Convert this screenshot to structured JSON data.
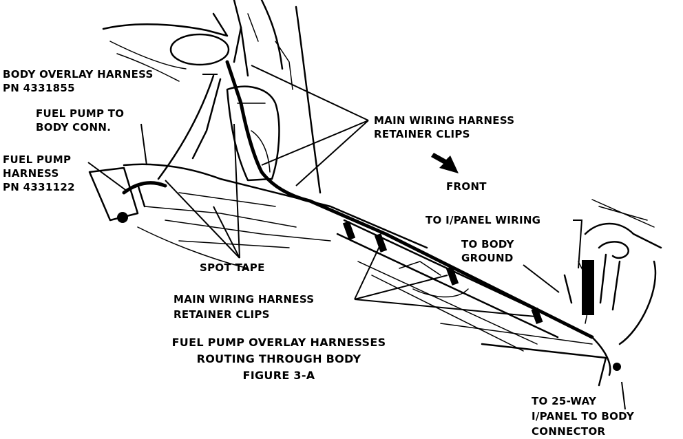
{
  "labels": {
    "body_overlay_1": "BODY OVERLAY HARNESS",
    "body_overlay_2": "PN 4331855",
    "fuel_pump_conn_1": "FUEL PUMP TO",
    "fuel_pump_conn_2": "BODY CONN.",
    "fuel_pump_harness_1": "FUEL PUMP",
    "fuel_pump_harness_2": "HARNESS",
    "fuel_pump_harness_3": "PN 4331122",
    "main_clips_top_1": "MAIN WIRING HARNESS",
    "main_clips_top_2": "RETAINER CLIPS",
    "front": "FRONT",
    "ipanel_wiring": "TO I/PANEL WIRING",
    "body_ground_1": "TO BODY",
    "body_ground_2": "GROUND",
    "spot_tape": "SPOT TAPE",
    "main_clips_bottom_1": "MAIN WIRING HARNESS",
    "main_clips_bottom_2": "RETAINER CLIPS",
    "connector_1": "TO 25-WAY",
    "connector_2": "I/PANEL TO BODY",
    "connector_3": "CONNECTOR"
  },
  "caption": {
    "line1": "FUEL PUMP OVERLAY HARNESSES",
    "line2": "ROUTING THROUGH BODY",
    "line3": "FIGURE 3-A"
  },
  "colors": {
    "ink": "#000000",
    "paper": "#ffffff"
  }
}
